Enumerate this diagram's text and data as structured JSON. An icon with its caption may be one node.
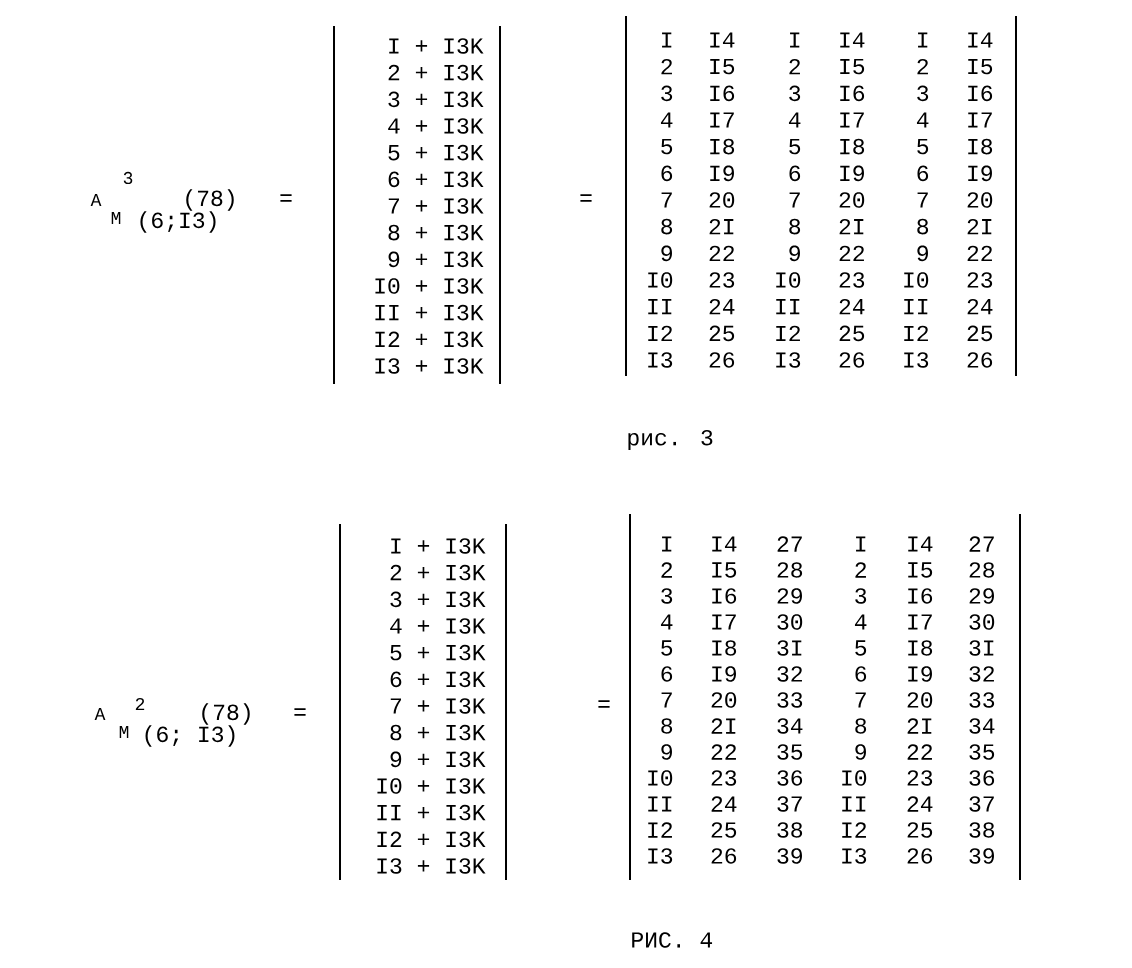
{
  "diagram": {
    "labels": [
      "A",
      "3",
      "(78)",
      "M",
      "(6;I3)",
      "=",
      "I + I3K",
      "2 + I3K",
      "3 + I3K",
      "4 + I3K",
      "5 + I3K",
      "6 + I3K",
      "7 + I3K",
      "8 + I3K",
      "9 + I3K",
      "I0 + I3K",
      "II + I3K",
      "I2 + I3K",
      "I3 + I3K",
      "=",
      "I",
      "I4",
      "I",
      "I4",
      "I",
      "I4",
      "2",
      "I5",
      "2",
      "I5",
      "2",
      "I5",
      "3",
      "I6",
      "3",
      "I6",
      "3",
      "I6",
      "4",
      "I7",
      "4",
      "I7",
      "4",
      "I7",
      "5",
      "I8",
      "5",
      "I8",
      "5",
      "I8",
      "6",
      "I9",
      "6",
      "I9",
      "6",
      "I9",
      "7",
      "20",
      "7",
      "20",
      "7",
      "20",
      "8",
      "2I",
      "8",
      "2I",
      "8",
      "2I",
      "9",
      "22",
      "9",
      "22",
      "9",
      "22",
      "I0",
      "23",
      "I0",
      "23",
      "I0",
      "23",
      "II",
      "24",
      "II",
      "24",
      "II",
      "24",
      "I2",
      "25",
      "I2",
      "25",
      "I2",
      "25",
      "I3",
      "26",
      "I3",
      "26",
      "I3",
      "26",
      "рис. 3",
      "A",
      "2",
      "(78)",
      "M",
      "(6; I3)",
      "=",
      "I + I3K",
      "2 + I3K",
      "3 + I3K",
      "4 + I3K",
      "5 + I3K",
      "6 + I3K",
      "7 + I3K",
      "8 + I3K",
      "9 + I3K",
      "I0 + I3K",
      "II + I3K",
      "I2 + I3K",
      "I3 + I3K",
      "=",
      "I",
      "I4",
      "27",
      "I",
      "I4",
      "27",
      "2",
      "I5",
      "28",
      "2",
      "I5",
      "28",
      "3",
      "I6",
      "29",
      "3",
      "I6",
      "29",
      "4",
      "I7",
      "30",
      "4",
      "I7",
      "30",
      "5",
      "I8",
      "3I",
      "5",
      "I8",
      "3I",
      "6",
      "I9",
      "32",
      "6",
      "I9",
      "32",
      "7",
      "20",
      "33",
      "7",
      "20",
      "33",
      "8",
      "2I",
      "34",
      "8",
      "2I",
      "34",
      "9",
      "22",
      "35",
      "9",
      "22",
      "35",
      "I0",
      "23",
      "36",
      "I0",
      "23",
      "36",
      "II",
      "24",
      "37",
      "II",
      "24",
      "37",
      "I2",
      "25",
      "38",
      "I2",
      "25",
      "38",
      "I3",
      "26",
      "39",
      "I3",
      "26",
      "39",
      "РИС. 4"
    ]
  }
}
